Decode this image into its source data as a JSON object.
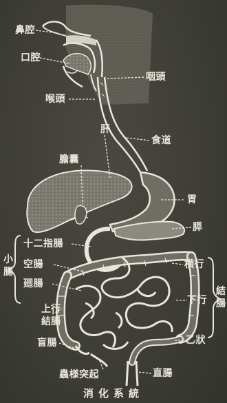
{
  "caption": "消化系統",
  "labels": {
    "nasal_cavity": "鼻腔",
    "oral_cavity": "口腔",
    "pharynx": "咽頭",
    "larynx": "喉頭",
    "liver": "肝",
    "gallbladder": "膽囊",
    "esophagus": "食道",
    "stomach": "胃",
    "pancreas": "膵",
    "duodenum": "十二指腸",
    "jejunum": "空腸",
    "ileum": "廻腸",
    "transverse": "横行",
    "descending": "下行",
    "ascending_colon": "上行結腸",
    "cecum": "盲腸",
    "sigmoid": "乙狀",
    "appendix": "蟲様突起",
    "rectum": "直腸",
    "small_intestine": "小腸",
    "colon": "結腸"
  },
  "colors": {
    "ink": "#e9e7dc",
    "background": "#3d3d36"
  }
}
